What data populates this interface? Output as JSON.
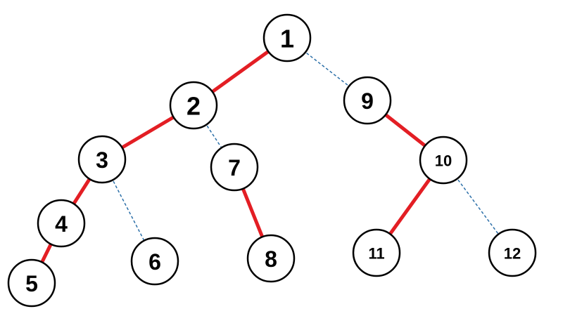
{
  "tree": {
    "colors": {
      "heavy_edge": "#e31e24",
      "light_edge": "#2b6fa8",
      "node_stroke": "#000000",
      "node_fill": "#ffffff"
    },
    "nodes": [
      {
        "id": "1",
        "label": "1"
      },
      {
        "id": "2",
        "label": "2"
      },
      {
        "id": "3",
        "label": "3"
      },
      {
        "id": "4",
        "label": "4"
      },
      {
        "id": "5",
        "label": "5"
      },
      {
        "id": "6",
        "label": "6"
      },
      {
        "id": "7",
        "label": "7"
      },
      {
        "id": "8",
        "label": "8"
      },
      {
        "id": "9",
        "label": "9"
      },
      {
        "id": "10",
        "label": "10"
      },
      {
        "id": "11",
        "label": "11"
      },
      {
        "id": "12",
        "label": "12"
      }
    ],
    "edges": [
      {
        "from": "1",
        "to": "2",
        "type": "heavy"
      },
      {
        "from": "1",
        "to": "9",
        "type": "light"
      },
      {
        "from": "2",
        "to": "3",
        "type": "heavy"
      },
      {
        "from": "2",
        "to": "7",
        "type": "light"
      },
      {
        "from": "3",
        "to": "4",
        "type": "heavy"
      },
      {
        "from": "3",
        "to": "6",
        "type": "light"
      },
      {
        "from": "4",
        "to": "5",
        "type": "heavy"
      },
      {
        "from": "7",
        "to": "8",
        "type": "heavy"
      },
      {
        "from": "9",
        "to": "10",
        "type": "heavy"
      },
      {
        "from": "10",
        "to": "11",
        "type": "heavy"
      },
      {
        "from": "10",
        "to": "12",
        "type": "light"
      }
    ]
  }
}
